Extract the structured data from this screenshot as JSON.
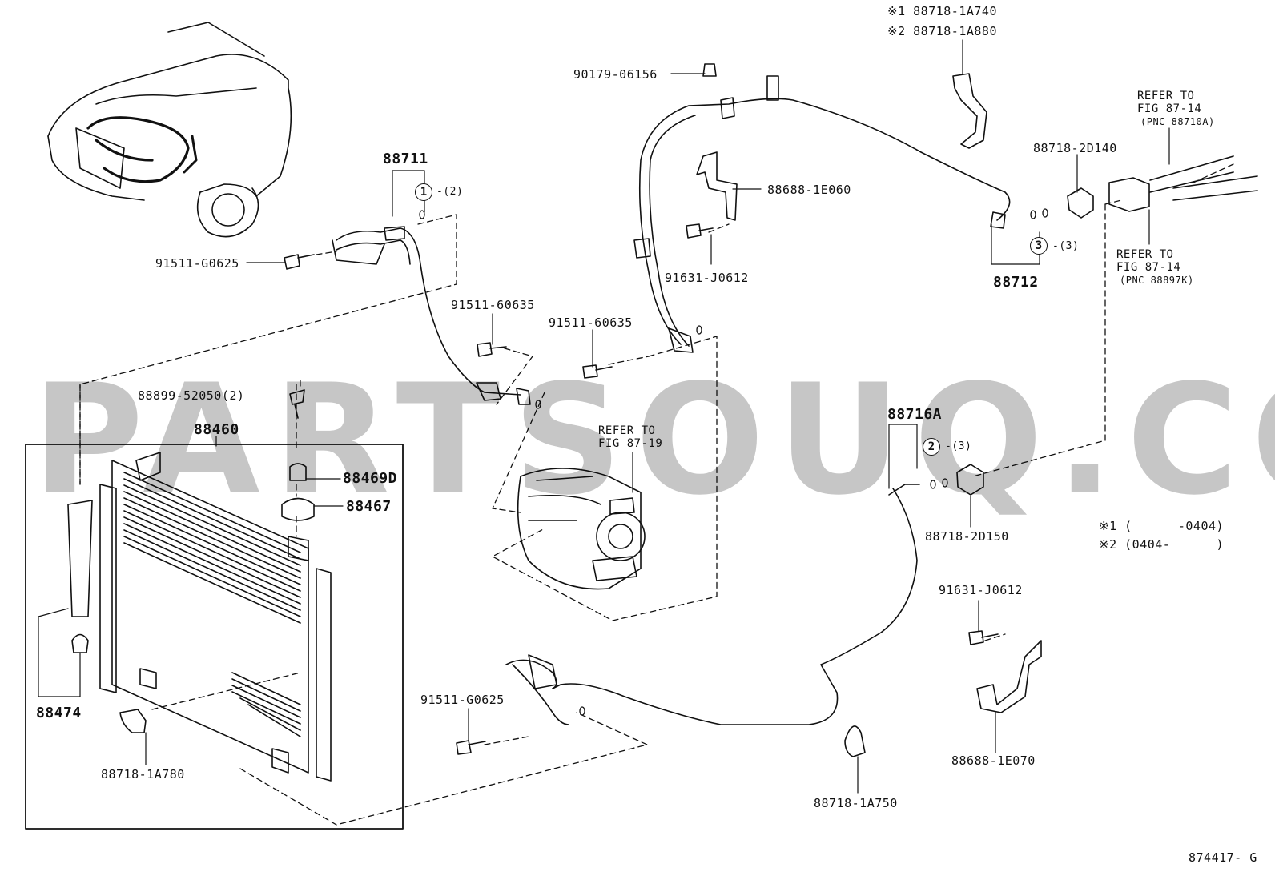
{
  "watermark": "PARTSOUQ.COM",
  "figure_id": "874417- G",
  "labels": {
    "p88711": "88711",
    "p88711_qty": "-(2)",
    "p88711_circle": "1",
    "p91511_g0625_top": "91511-G0625",
    "p91511_60635_a": "91511-60635",
    "p91511_60635_b": "91511-60635",
    "p88899": "88899-52050(2)",
    "p88460": "88460",
    "p88469d": "88469D",
    "p88467": "88467",
    "p88474": "88474",
    "p88718_1a780": "88718-1A780",
    "p91511_g0625_bot": "91511-G0625",
    "p90179": "90179-06156",
    "p88688_1e060": "88688-1E060",
    "p91631_j0612_top": "91631-J0612",
    "p88718_1a740": "※1 88718-1A740",
    "p88718_1a880": "※2 88718-1A880",
    "p88718_2d140": "88718-2D140",
    "p88712": "88712",
    "p88712_qty": "-(3)",
    "p88712_circle": "3",
    "p88716a": "88716A",
    "p88716a_qty": "-(3)",
    "p88716a_circle": "2",
    "p88718_2d150": "88718-2D150",
    "p91631_j0612_bot": "91631-J0612",
    "p88688_1e070": "88688-1E070",
    "p88718_1a750": "88718-1A750",
    "refer_fig_87_19_l1": "REFER TO",
    "refer_fig_87_19_l2": "FIG 87-19",
    "refer_87_14_a_l1": "REFER TO",
    "refer_87_14_a_l2": "FIG 87-14",
    "refer_87_14_a_l3": "(PNC 88710A)",
    "refer_87_14_b_l1": "REFER TO",
    "refer_87_14_b_l2": "FIG 87-14",
    "refer_87_14_b_l3": "(PNC 88897K)",
    "note1": "※1 (      -0404)",
    "note2": "※2 (0404-      )"
  }
}
